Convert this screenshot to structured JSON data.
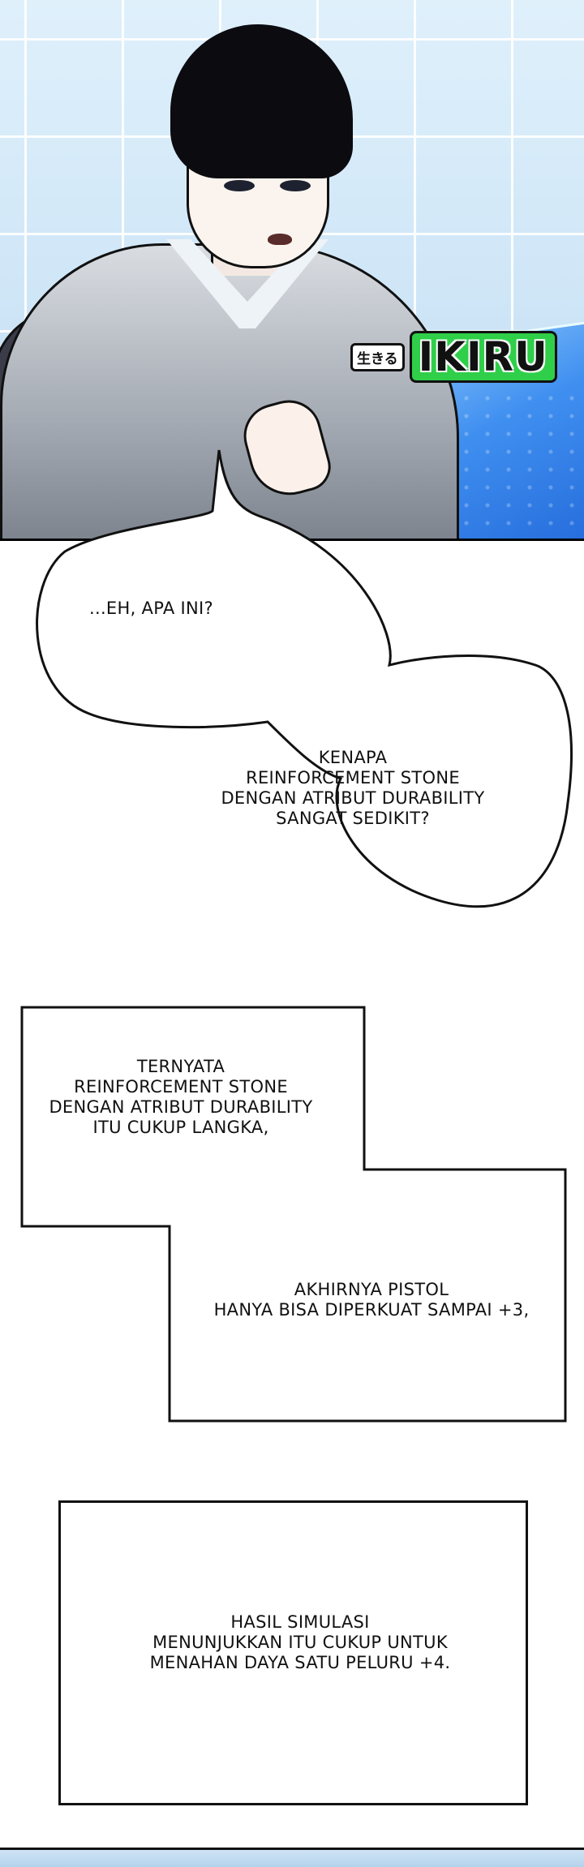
{
  "logo": {
    "small": "生きる",
    "brand": "IKIRU"
  },
  "bubble": {
    "line1": "...EH, APA INI?",
    "line2": "KENAPA\nREINFORCEMENT STONE\nDENGAN ATRIBUT DURABILITY\nSANGAT SEDIKIT?"
  },
  "narration": {
    "box1": "TERNYATA\nREINFORCEMENT STONE\nDENGAN ATRIBUT DURABILITY\nITU CUKUP LANGKA,",
    "box2": "AKHIRNYA PISTOL\nHANYA BISA DIPERKUAT SAMPAI +3,",
    "box3": "HASIL SIMULASI\nMENUNJUKKAN ITU CUKUP UNTUK\nMENAHAN DAYA SATU PELURU +4."
  }
}
